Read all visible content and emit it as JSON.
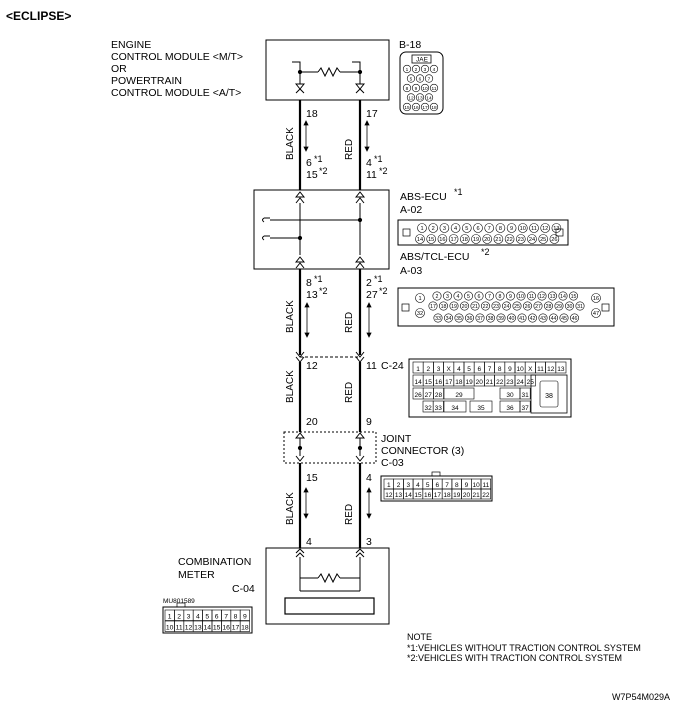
{
  "header": {
    "title": "<ECLIPSE>"
  },
  "ecm": {
    "label_lines": [
      "ENGINE",
      "CONTROL MODULE <M/T>",
      "OR",
      "POWERTRAIN",
      "CONTROL MODULE <A/T>"
    ],
    "connector_id": "B-18",
    "connector_tag": "JAE",
    "pins": [
      "1",
      "2",
      "3",
      "4",
      "5",
      "6",
      "7",
      "8",
      "9",
      "10",
      "11",
      "12",
      "13",
      "14",
      "15",
      "16",
      "17",
      "18"
    ]
  },
  "wires": {
    "black": "BLACK",
    "red": "RED"
  },
  "pins": {
    "ecm_left": "18",
    "ecm_right": "17",
    "abs_in_left_1": "6",
    "abs_in_left_2": "15",
    "abs_in_right_1": "4",
    "abs_in_right_2": "11",
    "abs_out_left_1": "8",
    "abs_out_left_2": "13",
    "abs_out_right_1": "2",
    "abs_out_right_2": "27",
    "c24_left": "12",
    "c24_right": "11",
    "c24_bottom_left": "20",
    "c24_bottom_right": "9",
    "joint_left": "15",
    "joint_right": "4",
    "meter_left": "4",
    "meter_right": "3"
  },
  "marks": {
    "m1": "*1",
    "m2": "*2"
  },
  "abs": {
    "label_a": "ABS-ECU",
    "connector_a": "A-02",
    "label_b": "ABS/TCL-ECU",
    "connector_b": "A-03",
    "a02_pins_top": [
      "1",
      "2",
      "3",
      "4",
      "5",
      "6",
      "7",
      "8",
      "9",
      "10",
      "11",
      "12",
      "13"
    ],
    "a02_pins_bottom": [
      "14",
      "15",
      "16",
      "17",
      "18",
      "19",
      "20",
      "21",
      "22",
      "23",
      "24",
      "25",
      "26"
    ],
    "a03_pins_row1": [
      "2",
      "3",
      "4",
      "5",
      "6",
      "7",
      "8",
      "9",
      "10",
      "11",
      "12",
      "13",
      "14",
      "15"
    ],
    "a03_pins_row2": [
      "17",
      "18",
      "19",
      "20",
      "21",
      "22",
      "23",
      "24",
      "25",
      "26",
      "27",
      "28",
      "29",
      "30",
      "31"
    ],
    "a03_pins_row3": [
      "33",
      "34",
      "35",
      "36",
      "37",
      "38",
      "39",
      "40",
      "41",
      "42",
      "43",
      "44",
      "45",
      "46"
    ],
    "a03_side": [
      "1",
      "32",
      "16",
      "47"
    ]
  },
  "c24": {
    "connector_id": "C-24",
    "row1": [
      "1",
      "2",
      "3",
      "X",
      "4",
      "5",
      "6",
      "7",
      "8",
      "9",
      "10",
      "X",
      "11",
      "12",
      "13"
    ],
    "row2": [
      "14",
      "15",
      "16",
      "17",
      "18",
      "19",
      "20",
      "21",
      "22",
      "23",
      "24",
      "25"
    ],
    "row3": [
      "26",
      "27",
      "28",
      "29",
      "30",
      "31"
    ],
    "row4": [
      "32",
      "33",
      "34",
      "35",
      "36",
      "37"
    ],
    "big": "38"
  },
  "joint": {
    "label_lines": [
      "JOINT",
      "CONNECTOR (3)"
    ],
    "connector_id": "C-03",
    "row1": [
      "1",
      "2",
      "3",
      "4",
      "5",
      "6",
      "7",
      "8",
      "9",
      "10",
      "11"
    ],
    "row2": [
      "12",
      "13",
      "14",
      "15",
      "16",
      "17",
      "18",
      "19",
      "20",
      "21",
      "22"
    ]
  },
  "meter": {
    "label_lines": [
      "COMBINATION",
      "METER"
    ],
    "connector_id": "C-04",
    "part_no": "MU801589",
    "row1": [
      "1",
      "2",
      "3",
      "4",
      "5",
      "6",
      "7",
      "8",
      "9"
    ],
    "row2": [
      "10",
      "11",
      "12",
      "13",
      "14",
      "15",
      "16",
      "17",
      "18"
    ]
  },
  "note": {
    "title": "NOTE",
    "line1": "*1:VEHICLES WITHOUT TRACTION CONTROL SYSTEM",
    "line2": "*2:VEHICLES WITH TRACTION CONTROL SYSTEM"
  },
  "figure_code": "W7P54M029A"
}
